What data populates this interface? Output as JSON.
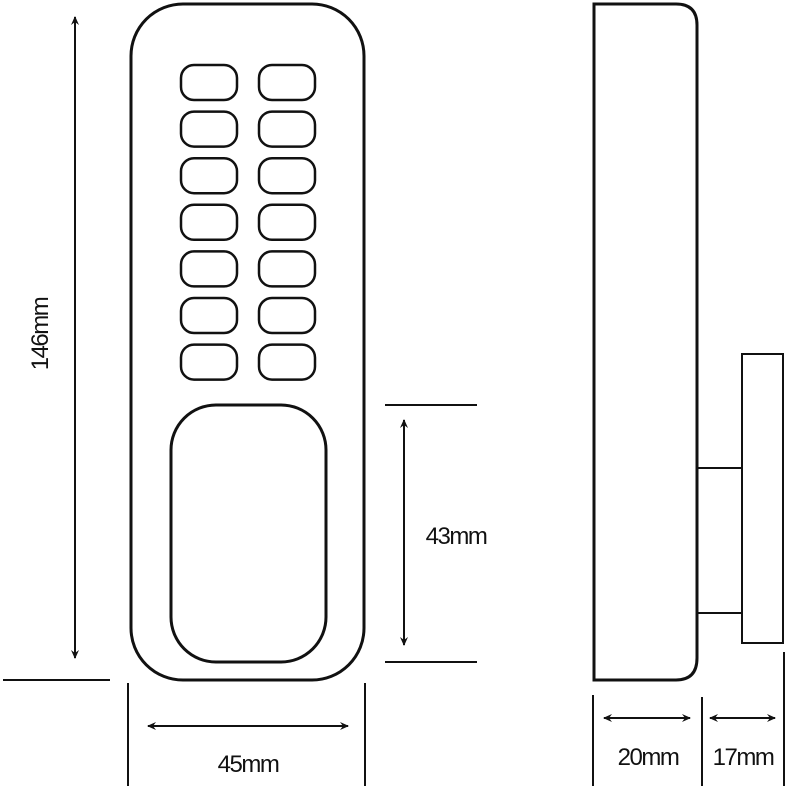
{
  "dimensions": {
    "height": "146mm",
    "width": "45mm",
    "handle_height": "43mm",
    "body_depth": "20mm",
    "plate_depth": "17mm"
  },
  "keypad": {
    "rows": 7,
    "columns": 2
  },
  "colors": {
    "line": "#111111",
    "background": "#ffffff"
  }
}
